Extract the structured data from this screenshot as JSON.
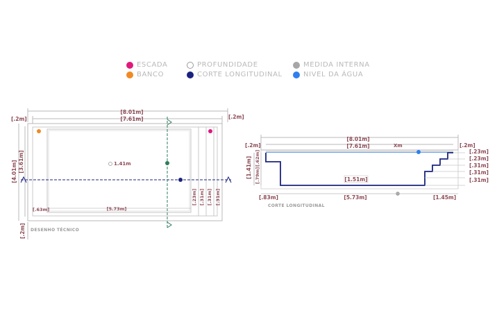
{
  "legend": {
    "items": [
      {
        "id": "escada",
        "label": "ESCADA",
        "color": "#e0197d",
        "kind": "fill"
      },
      {
        "id": "profundidade",
        "label": "PROFUNDIDADE",
        "color": "#ffffff",
        "kind": "outline"
      },
      {
        "id": "medida",
        "label": "MEDIDA INTERNA",
        "color": "#a6a6a6",
        "kind": "fill"
      },
      {
        "id": "banco",
        "label": "BANCO",
        "color": "#f08a24",
        "kind": "fill"
      },
      {
        "id": "corte",
        "label": "CORTE LONGITUDINAL",
        "color": "#1a237e",
        "kind": "fill"
      },
      {
        "id": "nivel",
        "label": "NIVEL DA ÁGUA",
        "color": "#2f80ed",
        "kind": "fill"
      }
    ]
  },
  "plan": {
    "total_length": "[8.01m]",
    "inner_length": "[7.61m]",
    "left_border": "[.2m]",
    "right_border": "[.2m]",
    "total_width": "[4.01m]",
    "inner_width": "[3.61m]",
    "depth_mark": "1.41m",
    "bench_depth": "[.63m]",
    "floor_length": "[5.73m]",
    "step_a": "[.23m]",
    "step_b": "[.31m]",
    "step_c": "[.31m]",
    "step_d": "[.31m]",
    "bottom_border": "[.2m]",
    "caption": "DESENHO TÉCNICO"
  },
  "section": {
    "total_length": "[8.01m]",
    "inner_length": "[7.61m]",
    "left_border": "[.2m]",
    "right_border": "[.2m]",
    "water_mark": "Xm",
    "depth_total": "[1.41m]",
    "depth_upper": "[.62m]",
    "depth_lower": "[.79m]",
    "floor_depth": "[1.51m]",
    "left_floor_offset": "[.83m]",
    "floor_length": "[5.73m]",
    "stair_length": "[1.45m]",
    "riser_1": "[.23m]",
    "riser_2": "[.23m]",
    "riser_3": "[.31m]",
    "riser_4": "[.31m]",
    "riser_5": "[.31m]",
    "caption": "CORTE LONGITUDINAL"
  }
}
